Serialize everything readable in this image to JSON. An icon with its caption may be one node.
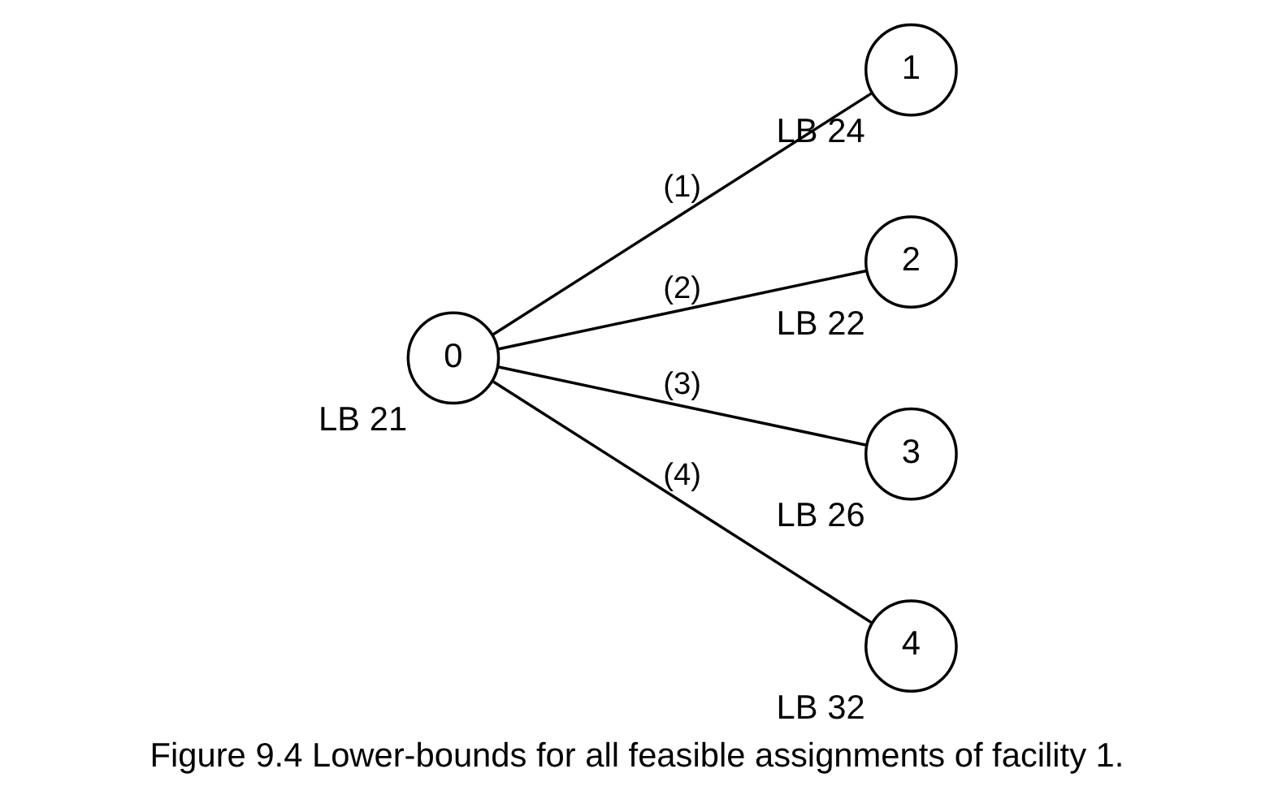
{
  "diagram": {
    "caption": "Figure 9.4 Lower-bounds for all feasible assignments of facility 1.",
    "nodes": [
      {
        "text": [
          "0"
        ],
        "beside": [
          "LB 21"
        ]
      },
      {
        "text": [
          "1"
        ],
        "beside": [
          "LB 24"
        ]
      },
      {
        "text": [
          "2"
        ],
        "beside": [
          "LB 22"
        ]
      },
      {
        "text": [
          "3"
        ],
        "beside": [
          "LB 26"
        ]
      },
      {
        "text": [
          "4"
        ],
        "beside": [
          "LB 32"
        ]
      }
    ],
    "edges": [
      {
        "from": 0,
        "to": 1,
        "arrow": "none",
        "label": "(1)"
      },
      {
        "from": 0,
        "to": 2,
        "arrow": "none",
        "label": "(2)"
      },
      {
        "from": 0,
        "to": 3,
        "arrow": "none",
        "label": "(3)"
      },
      {
        "from": 0,
        "to": 4,
        "arrow": "none",
        "label": "(4)"
      }
    ]
  }
}
